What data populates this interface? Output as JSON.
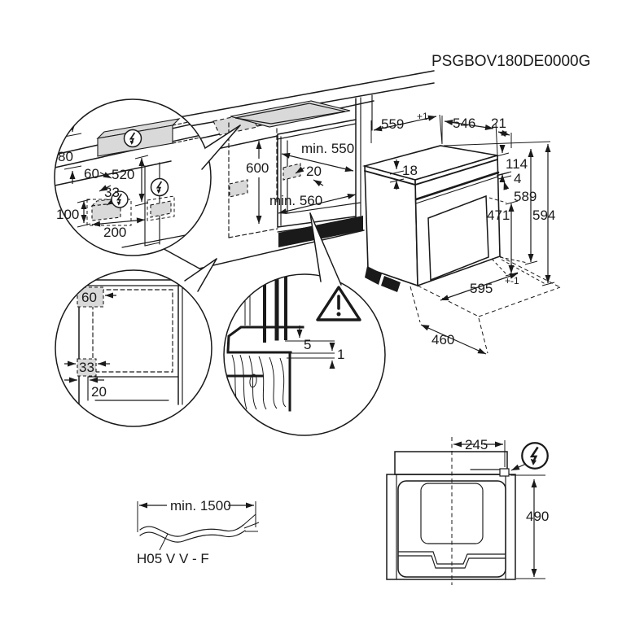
{
  "title": "PSGBOV180DE0000G",
  "colors": {
    "line": "#1a1a1a",
    "zone_fill": "#d9d9d9",
    "background": "#ffffff"
  },
  "wall_detail": {
    "height_80": "80",
    "offset_60": "60",
    "height_520": "520",
    "offset_33": "33",
    "height_100": "100",
    "offset_200": "200"
  },
  "niche": {
    "height_600": "600",
    "depth_min": "min. 550",
    "offset_20": "20",
    "width_min": "min. 560"
  },
  "oven": {
    "width_559": "559",
    "width_559_tol": "+1",
    "depth_546": "546",
    "gap_21": "21",
    "top_18": "18",
    "panel_114": "114",
    "gap_4": "4",
    "height_589": "589",
    "height_594": "594",
    "door_471": "471",
    "width_595": "595",
    "width_595_tol": "+-1",
    "depth_460": "460"
  },
  "side_detail": {
    "offset_60": "60",
    "offset_33": "33",
    "plinth_20": "20"
  },
  "gap_detail": {
    "gap_5": "5",
    "gap_1": "1"
  },
  "power_cable": {
    "length": "min. 1500",
    "type": "H05 V V - F"
  },
  "rear_view": {
    "offset_245": "245",
    "height_490": "490"
  }
}
